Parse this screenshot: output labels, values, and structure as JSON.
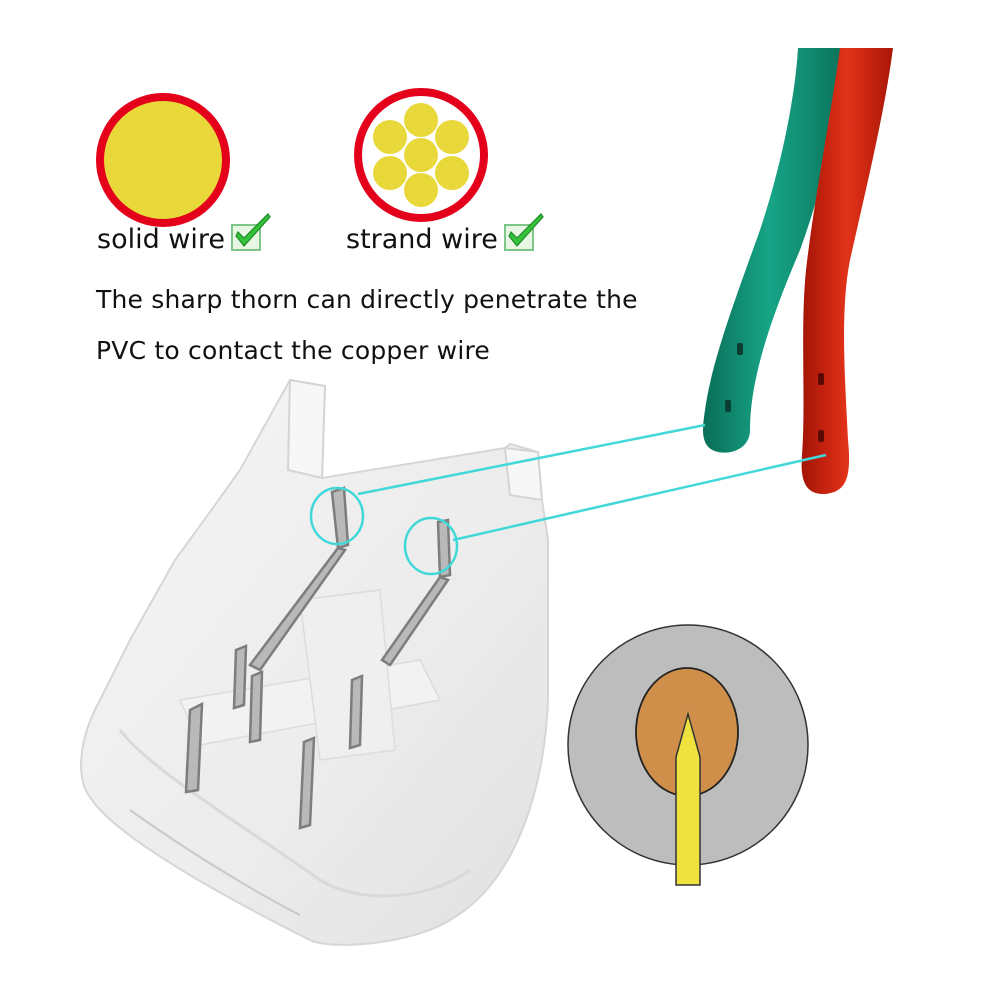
{
  "wire_types": [
    {
      "label": "solid wire",
      "status_icon": "green-checkmark-icon"
    },
    {
      "label": "strand wire",
      "status_icon": "green-checkmark-icon"
    }
  ],
  "description": {
    "line1": "The sharp thorn can directly penetrate the",
    "line2": "PVC to contact the copper wire"
  },
  "colors": {
    "insulation_ring": "#e4001b",
    "copper_yellow": "#e9d83a",
    "check_green": "#35c13a",
    "wire_green": "#0f8f73",
    "wire_red": "#d8200f",
    "callout_line": "#42d8d8",
    "pvc_gray": "#bdbdbd",
    "copper_core": "#cf8f4b",
    "thorn_yellow": "#efe23e"
  }
}
